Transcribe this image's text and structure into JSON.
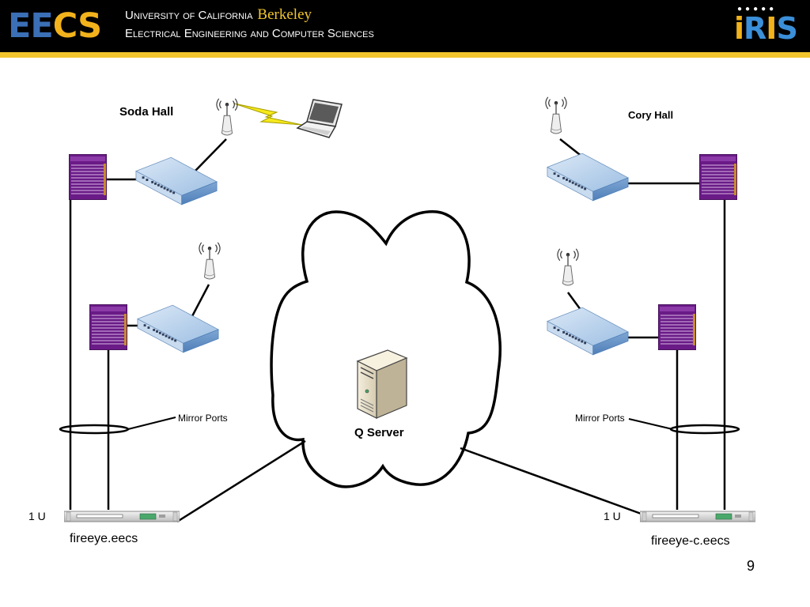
{
  "header": {
    "university_line": "University of California",
    "berkeley": "Berkeley",
    "department_line": "Electrical Engineering and Computer Sciences",
    "eecs_logo_left": "EE",
    "eecs_logo_right": "CS",
    "iris_logo_dots": "●●●●●",
    "iris_logo_i1": "i",
    "iris_logo_r": "R",
    "iris_logo_i2": "I",
    "iris_logo_s": "S"
  },
  "colors": {
    "header_bg": "#000000",
    "accent_gold": "#f2c52e",
    "logo_blue": "#3b6fb6",
    "rack_purple": "#6a1b87",
    "switch_blue": "#a9c6e6"
  },
  "labels": {
    "soda_hall": "Soda Hall",
    "cory_hall": "Cory Hall",
    "q_server": "Q Server",
    "mirror_ports_left": "Mirror Ports",
    "mirror_ports_right": "Mirror Ports",
    "rack_unit_left": "1 U",
    "rack_unit_right": "1 U",
    "fireeye_left": "fireeye.eecs",
    "fireeye_right": "fireeye-c.eecs"
  },
  "page_number": "9"
}
